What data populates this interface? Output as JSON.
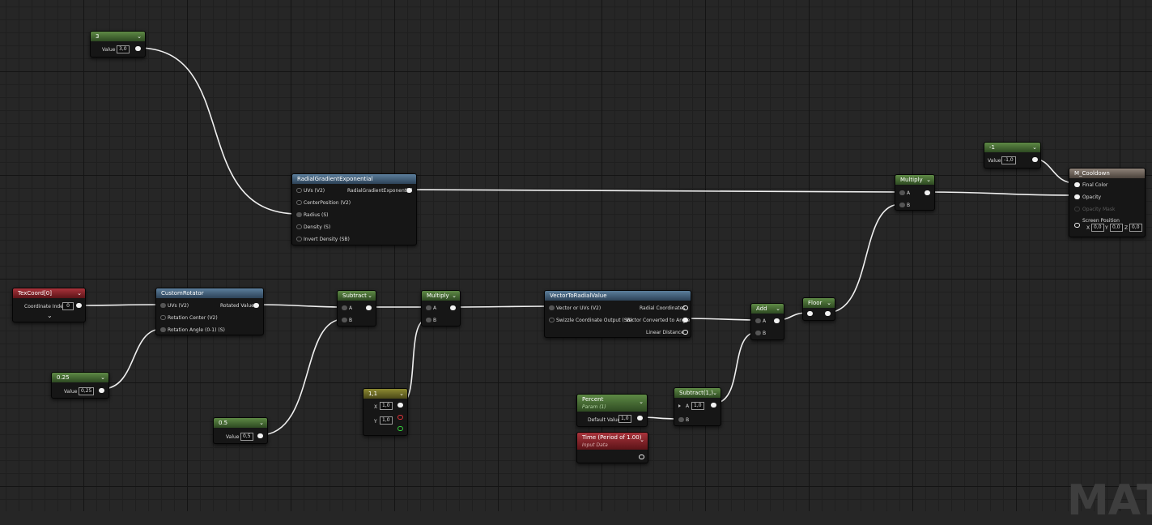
{
  "watermark": "MAT",
  "nodes": {
    "const3": {
      "title": "3",
      "label": "Value",
      "value": "3,0"
    },
    "const_neg1": {
      "title": "-1",
      "label": "Value",
      "value": "-1,0"
    },
    "radial_gradient": {
      "title": "RadialGradientExponential",
      "inputs": [
        "UVs (V2)",
        "CenterPosition (V2)",
        "Radius (S)",
        "Density (S)",
        "Invert Density (SB)"
      ],
      "output": "RadialGradientExponential"
    },
    "multiply_top": {
      "title": "Multiply",
      "a": "A",
      "b": "B"
    },
    "material": {
      "title": "M_Cooldown",
      "inputs": [
        "Final Color",
        "Opacity",
        "Opacity Mask",
        "Screen Position"
      ],
      "x_label": "X",
      "x": "0,0",
      "y_label": "Y",
      "y": "0,0",
      "z_label": "Z",
      "z": "0,0"
    },
    "texcoord": {
      "title": "TexCoord[0]",
      "label": "Coordinate Index",
      "value": "0",
      "expand": "⌄"
    },
    "custom_rotator": {
      "title": "CustomRotator",
      "inputs": [
        "UVs (V2)",
        "Rotation Center (V2)",
        "Rotation Angle (0-1) (S)"
      ],
      "output": "Rotated Values"
    },
    "const025": {
      "title": "0.25",
      "label": "Value",
      "value": "0,25"
    },
    "subtract1": {
      "title": "Subtract",
      "a": "A",
      "b": "B"
    },
    "const05": {
      "title": "0.5",
      "label": "Value",
      "value": "0,5"
    },
    "multiply_mid": {
      "title": "Multiply",
      "a": "A",
      "b": "B"
    },
    "vec11": {
      "title": "1,1",
      "x_label": "X",
      "x": "1,0",
      "y_label": "Y",
      "y": "1,0"
    },
    "vector_to_radial": {
      "title": "VectorToRadialValue",
      "inputs": [
        "Vector or UVs (V2)",
        "Swizzle Coordinate Output (SB)"
      ],
      "outputs": [
        "Radial Coordinates",
        "Vector Converted to Angle",
        "Linear Distance"
      ]
    },
    "add": {
      "title": "Add",
      "a": "A",
      "b": "B"
    },
    "floor": {
      "title": "Floor"
    },
    "percent": {
      "title": "Percent",
      "subtitle": "Param (1)",
      "label": "Default Value",
      "value": "1,0"
    },
    "time": {
      "title": "Time (Period of 1.00)",
      "subtitle": "Input Data"
    },
    "subtract2": {
      "title": "Subtract(1,)",
      "a": "A",
      "a_value": "1,0",
      "b": "B"
    }
  },
  "colors": {
    "wire": "#f0f0f0",
    "grid_major": "#141414",
    "grid_minor": "#1f1f1f",
    "background": "#262626"
  }
}
